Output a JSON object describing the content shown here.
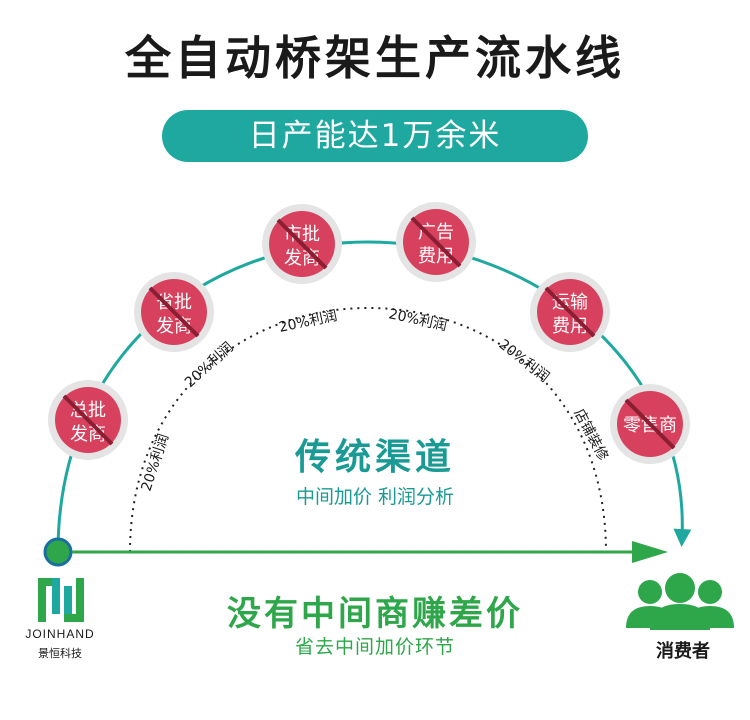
{
  "title": "全自动桥架生产流水线",
  "subtitle": "日产能达1万余米",
  "colors": {
    "teal": "#1fa8a0",
    "green": "#2ea64a",
    "badge_fill": "#d7415d",
    "badge_ring": "#e4e4e4",
    "arc": "#1fa8a0"
  },
  "middlemen": [
    {
      "line1": "总批",
      "line2": "发商"
    },
    {
      "line1": "省批",
      "line2": "发商"
    },
    {
      "line1": "市批",
      "line2": "发商"
    },
    {
      "line1": "广告",
      "line2": "费用"
    },
    {
      "line1": "运输",
      "line2": "费用"
    },
    {
      "line1": "零售商",
      "line2": ""
    }
  ],
  "inner_labels": [
    "20%利润",
    "20%利润",
    "20%利润",
    "20%利润",
    "20%利润",
    "店铺装修"
  ],
  "traditional": {
    "title": "传统渠道",
    "sub": "中间加价  利润分析"
  },
  "direct": {
    "title": "没有中间商赚差价",
    "sub": "省去中间加价环节"
  },
  "logo": {
    "name": "JOINHAND",
    "cn": "景恒科技"
  },
  "consumer": "消费者",
  "icons": [
    "no-entry-icon",
    "consumer-group-icon",
    "logo-icon",
    "arrow-icon"
  ]
}
